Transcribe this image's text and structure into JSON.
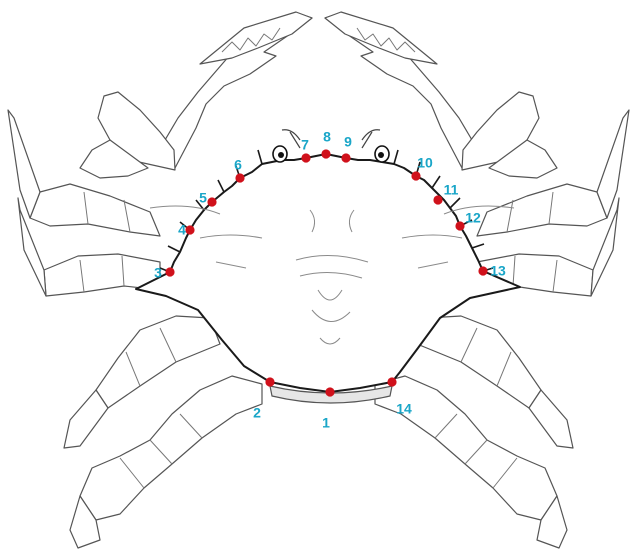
{
  "figure": {
    "subject_icon": "crab-icon",
    "colors": {
      "landmark_point": "#d0111b",
      "landmark_label": "#1aa6c8",
      "outline": "#1a1a1a",
      "sketch": "#8a8a8a"
    }
  },
  "landmarks": [
    {
      "id": "1",
      "label": "1"
    },
    {
      "id": "2",
      "label": "2"
    },
    {
      "id": "3",
      "label": "3"
    },
    {
      "id": "4",
      "label": "4"
    },
    {
      "id": "5",
      "label": "5"
    },
    {
      "id": "6",
      "label": "6"
    },
    {
      "id": "7",
      "label": "7"
    },
    {
      "id": "8",
      "label": "8"
    },
    {
      "id": "9",
      "label": "9"
    },
    {
      "id": "10",
      "label": "10"
    },
    {
      "id": "11",
      "label": "11"
    },
    {
      "id": "12",
      "label": "12"
    },
    {
      "id": "13",
      "label": "13"
    },
    {
      "id": "14",
      "label": "14"
    }
  ]
}
